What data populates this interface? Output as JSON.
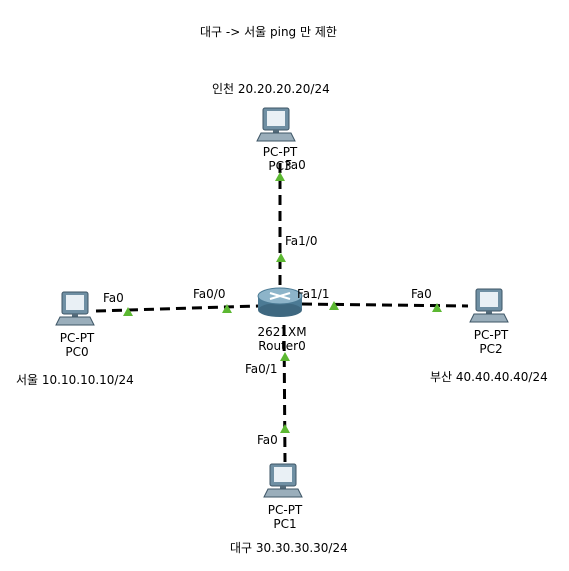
{
  "title": "대구 -> 서울 ping 만 제한",
  "notes": {
    "incheon": "인천 20.20.20.20/24",
    "seoul": "서울 10.10.10.10/24",
    "busan": "부산 40.40.40.40/24",
    "daegu": "대구 30.30.30.30/24"
  },
  "router": {
    "model": "2621XM",
    "name": "Router0"
  },
  "pcs": [
    {
      "id": "pc-top",
      "type": "PC-PT",
      "name": "PC3"
    },
    {
      "id": "pc0",
      "type": "PC-PT",
      "name": "PC0"
    },
    {
      "id": "pc2",
      "type": "PC-PT",
      "name": "PC2"
    },
    {
      "id": "pc1",
      "type": "PC-PT",
      "name": "PC1"
    }
  ],
  "ports": {
    "top_pc": "Fa0",
    "router_top": "Fa1/0",
    "pc0": "Fa0",
    "router_left": "Fa0/0",
    "router_right": "Fa1/1",
    "pc2": "Fa0",
    "router_bottom": "Fa0/1",
    "pc1": "Fa0"
  },
  "colors": {
    "link": "#000000",
    "link_up": "#5cb832",
    "router_body": "#5f8fa8"
  }
}
